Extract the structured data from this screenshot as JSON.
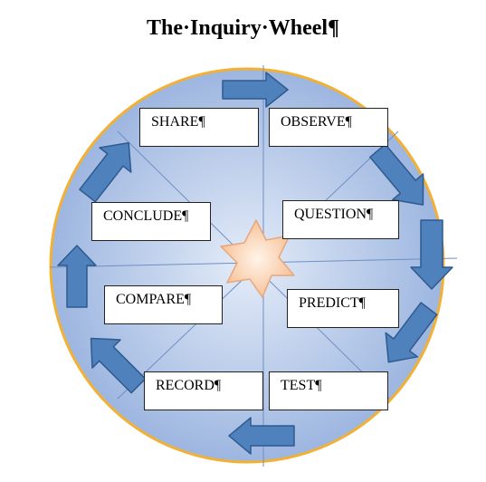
{
  "title": "The·Inquiry·Wheel¶",
  "steps": [
    {
      "label": "SHARE¶"
    },
    {
      "label": "OBSERVE¶"
    },
    {
      "label": "QUESTION¶"
    },
    {
      "label": "PREDICT¶"
    },
    {
      "label": "TEST¶"
    },
    {
      "label": "RECORD¶"
    },
    {
      "label": "COMPARE¶"
    },
    {
      "label": "CONCLUDE¶"
    }
  ],
  "colors": {
    "ring": "#f2b134",
    "disc_light": "#dbe5f5",
    "disc_dark": "#9db6e0",
    "arrow_fill": "#4f81bd",
    "arrow_stroke": "#2f5a8f",
    "spoke": "#6f8fc4",
    "star_fill": "#fbd3b2",
    "star_stroke": "#e8a77a"
  }
}
